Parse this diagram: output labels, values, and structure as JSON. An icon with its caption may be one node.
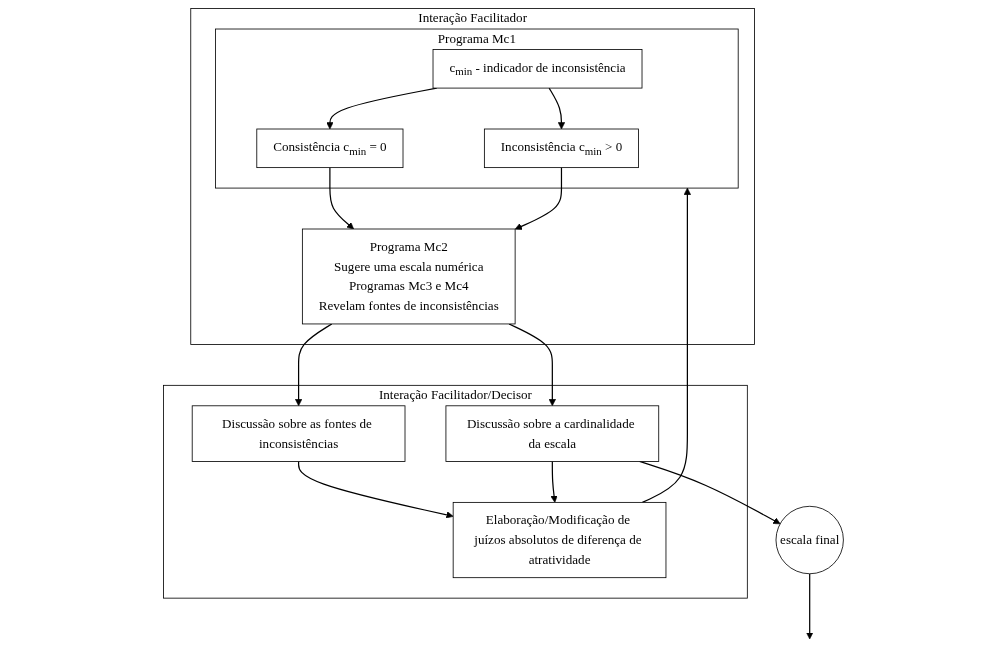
{
  "diagram": {
    "nodes": [
      {
        "text": [
          "Interação Facilitador"
        ]
      },
      {
        "text": [
          "Interação Facilitador/Decisor"
        ]
      },
      {
        "text": [
          "Programa Mc1"
        ],
        "in": 0
      },
      {
        "text": [
          "c$_{min}$ - indicador de inconsistência"
        ],
        "in": 2
      },
      {
        "text": [
          "Consistência c$_{min}$ = 0"
        ],
        "in": 2
      },
      {
        "text": [
          "Inconsistência c$_{min}$ > 0"
        ],
        "in": 2
      },
      {
        "text": [
          "Programa Mc2",
          "Sugere uma escala numérica",
          "Programas Mc3 e Mc4",
          "Revelam fontes de inconsistências"
        ],
        "in": 0
      },
      {
        "text": [
          "Elaboração/Modificação de juízos absolutos de diferença de atratividade"
        ],
        "in": 1
      },
      {
        "text": [
          "Discussão sobre as fontes de inconsistências"
        ],
        "in": 1
      },
      {
        "text": [
          "Discussão sobre a cardinalidade da escala"
        ],
        "in": 1
      },
      {
        "text": [
          "escala final"
        ]
      }
    ],
    "edges": [
      {
        "from": 3,
        "to": 4,
        "arrow": "to"
      },
      {
        "from": 3,
        "to": 5,
        "arrow": "to"
      },
      {
        "from": 4,
        "to": 6,
        "arrow": "to"
      },
      {
        "from": 5,
        "to": 6,
        "arrow": "to"
      },
      {
        "from": 6,
        "to": 8,
        "arrow": "to"
      },
      {
        "from": 6,
        "to": 9,
        "arrow": "to"
      },
      {
        "from": 8,
        "to": 7,
        "arrow": "to"
      },
      {
        "from": 9,
        "to": 7,
        "arrow": "to"
      },
      {
        "from": 7,
        "to": 2,
        "arrow": "to"
      },
      {
        "from": 9,
        "to": 10,
        "arrow": "to"
      },
      {
        "from": 10,
        "to": null,
        "arrow": "to"
      }
    ]
  }
}
